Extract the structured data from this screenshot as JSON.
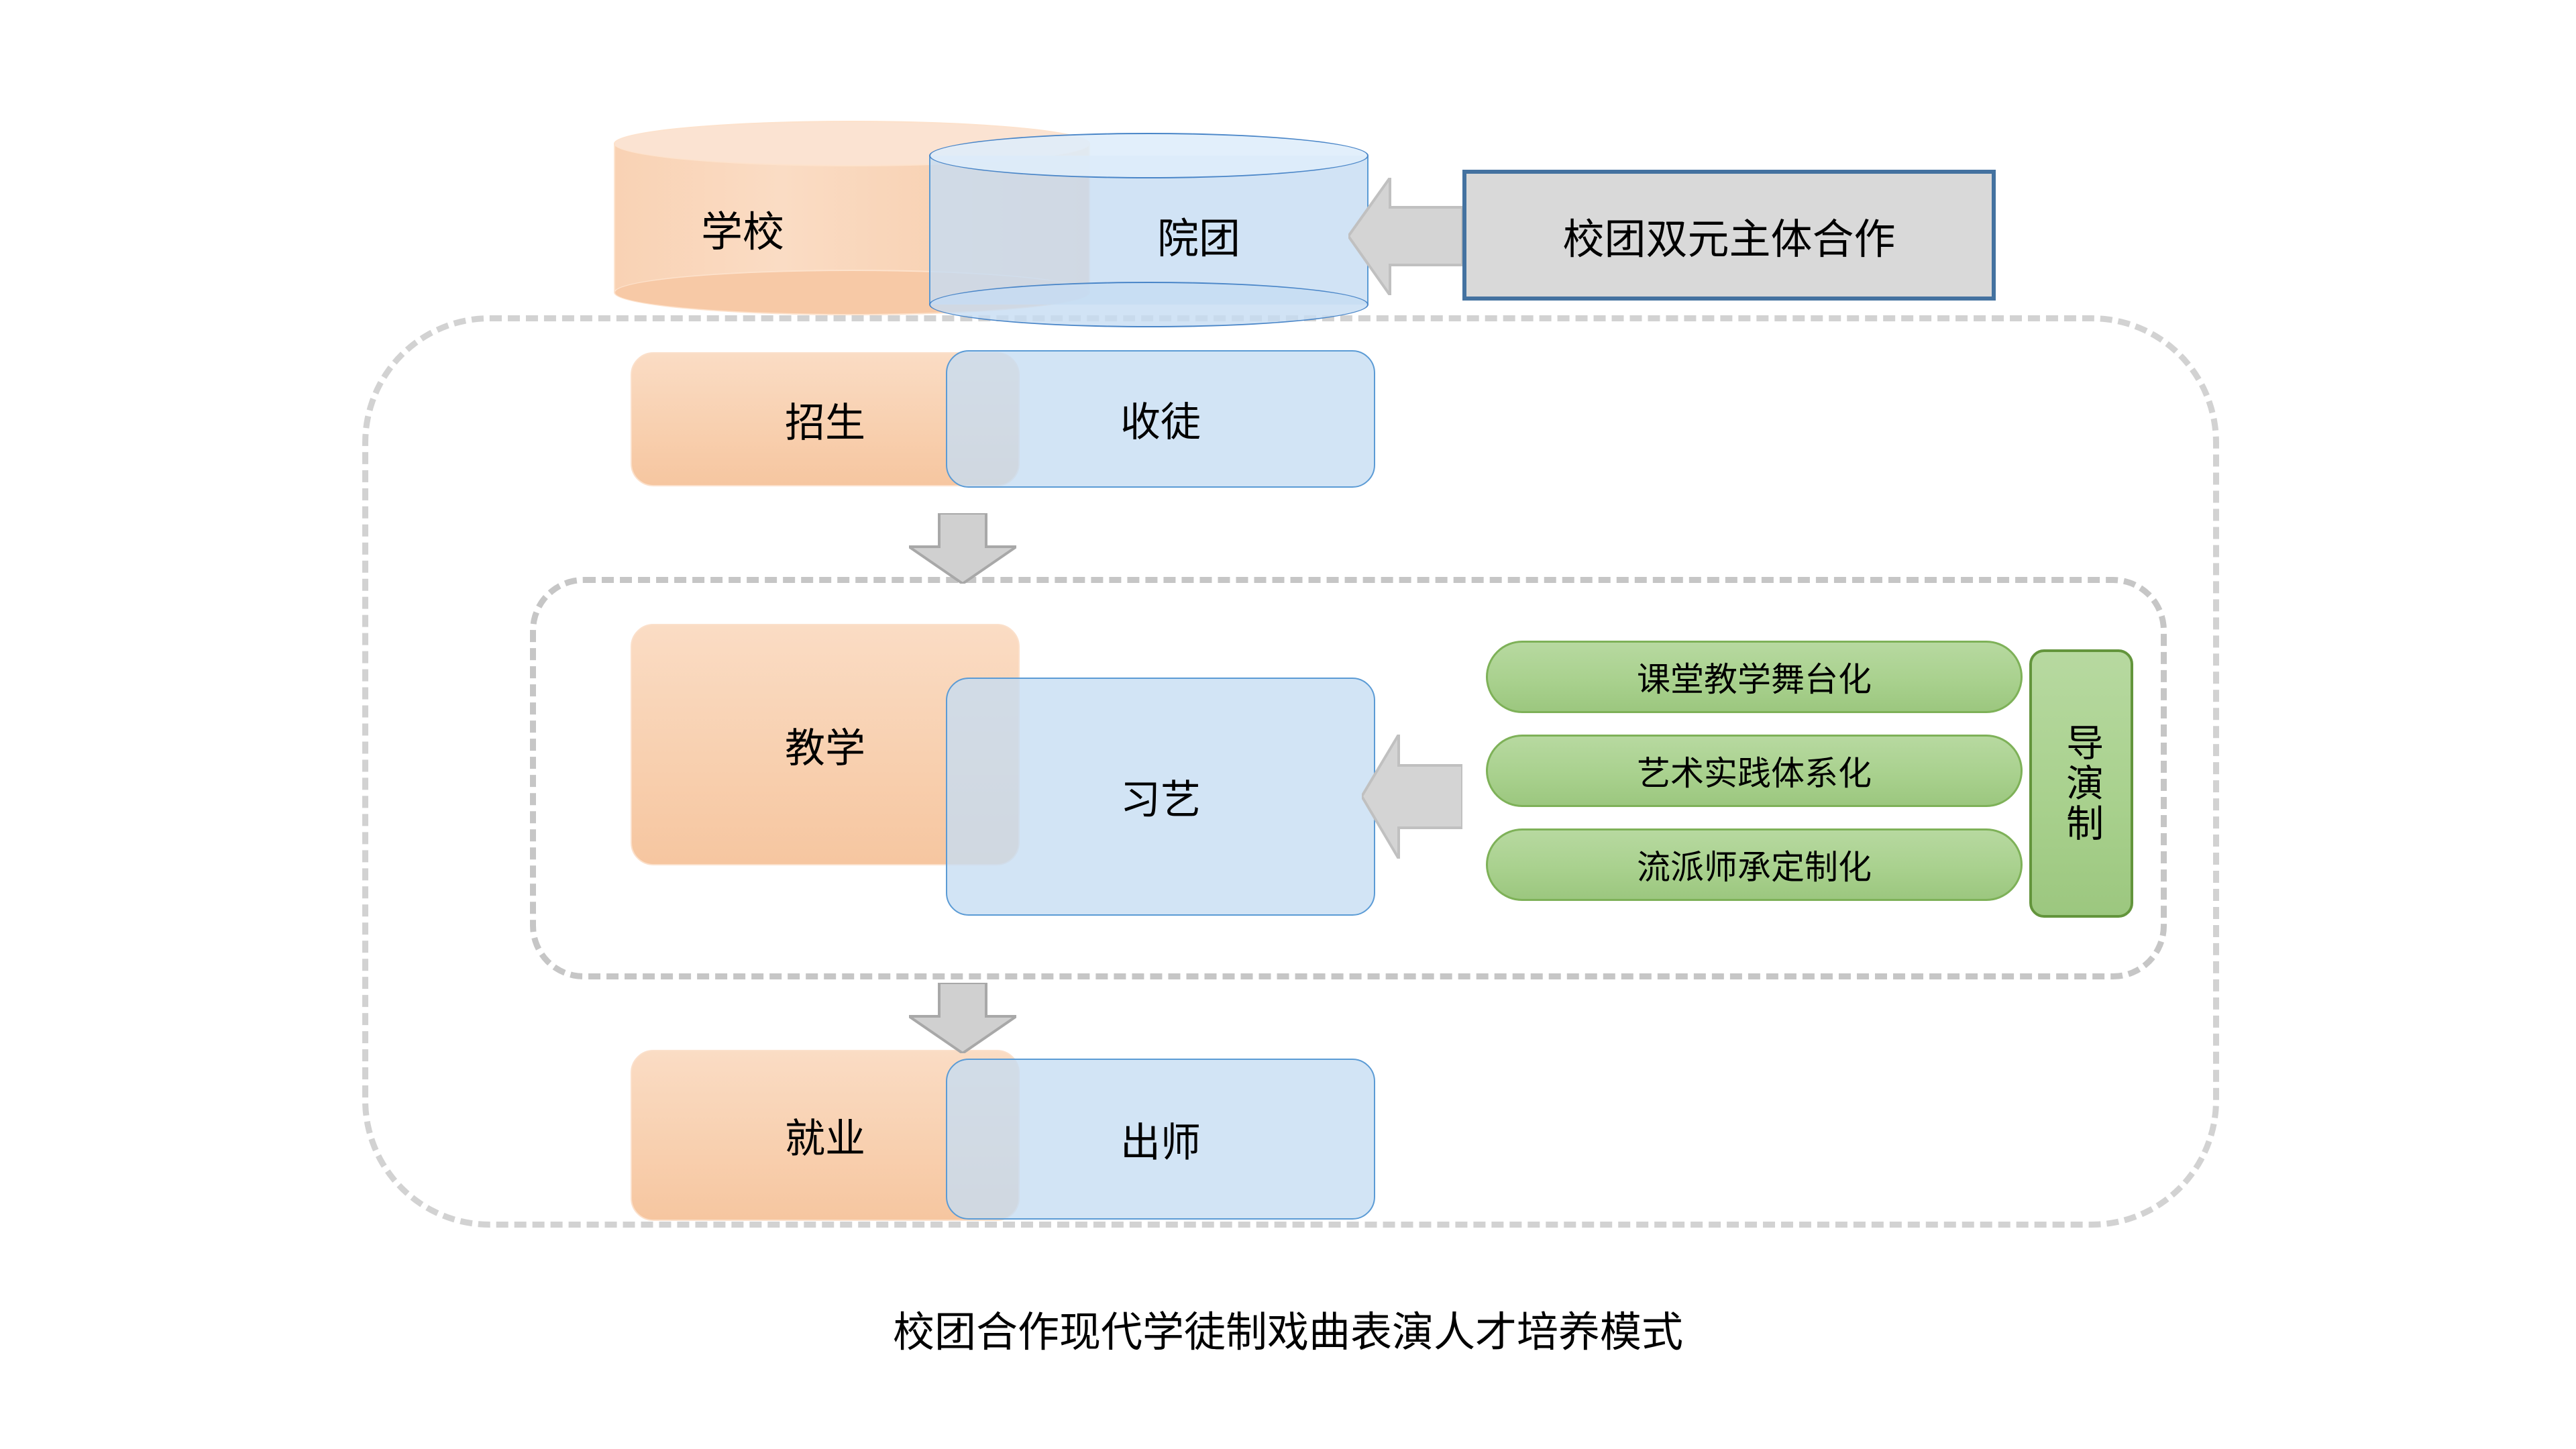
{
  "diagram": {
    "caption": "校团合作现代学徒制戏曲表演人才培养模式",
    "top_pair": {
      "left_label": "学校",
      "right_label": "院团"
    },
    "callout": {
      "label": "校团双元主体合作"
    },
    "stages": [
      {
        "school_label": "招生",
        "troupe_label": "收徒"
      },
      {
        "school_label": "教学",
        "troupe_label": "习艺"
      },
      {
        "school_label": "就业",
        "troupe_label": "出师"
      }
    ],
    "teaching_features": [
      "课堂教学舞台化",
      "艺术实践体系化",
      "流派师承定制化"
    ],
    "vertical_badge": {
      "label": "导演制"
    },
    "icons": {
      "down_arrow": "down-arrow-icon",
      "left_arrow": "left-arrow-icon"
    },
    "colors": {
      "school_orange": "#f8cfae",
      "troupe_blue": "#c5dcf2",
      "troupe_border_blue": "#5b9bd5",
      "feature_green": "#a9d18e",
      "feature_green_border": "#7eb158",
      "badge_green_border": "#63953c",
      "callout_fill": "#d9d9d9",
      "callout_border": "#4472a0",
      "arrow_fill": "#d4d4d4",
      "arrow_border": "#b0b0b0",
      "dashed_border": "#d2d2d2"
    }
  }
}
